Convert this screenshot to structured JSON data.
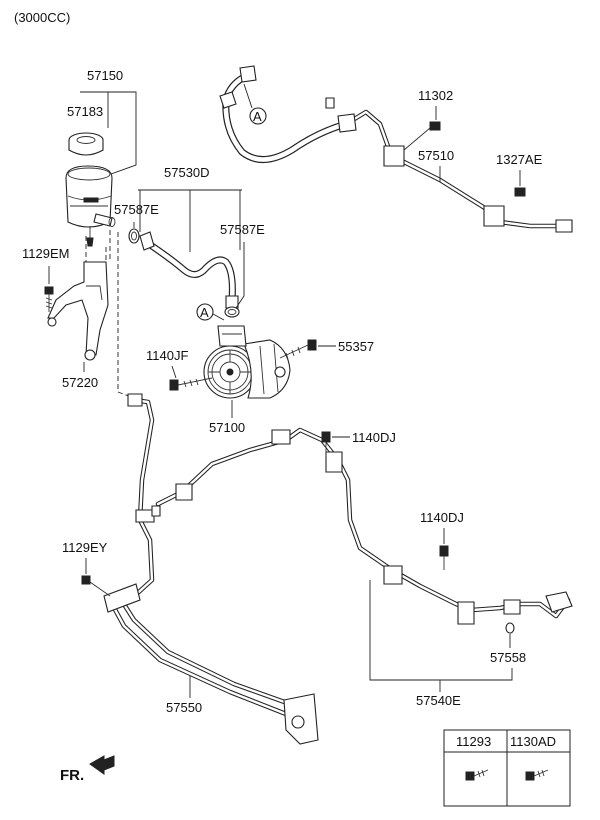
{
  "header": {
    "variant": "(3000CC)"
  },
  "callouts": [
    {
      "id": "57150",
      "text": "57150"
    },
    {
      "id": "57183",
      "text": "57183"
    },
    {
      "id": "57530D",
      "text": "57530D"
    },
    {
      "id": "57587E-left",
      "text": "57587E"
    },
    {
      "id": "57587E-right",
      "text": "57587E"
    },
    {
      "id": "1129EM",
      "text": "1129EM"
    },
    {
      "id": "57220",
      "text": "57220"
    },
    {
      "id": "1140JF",
      "text": "1140JF"
    },
    {
      "id": "55357",
      "text": "55357"
    },
    {
      "id": "57100",
      "text": "57100"
    },
    {
      "id": "11302",
      "text": "11302"
    },
    {
      "id": "57510",
      "text": "57510"
    },
    {
      "id": "1327AE",
      "text": "1327AE"
    },
    {
      "id": "1140DJ-top",
      "text": "1140DJ"
    },
    {
      "id": "1140DJ-mid",
      "text": "1140DJ"
    },
    {
      "id": "1129EY",
      "text": "1129EY"
    },
    {
      "id": "57558",
      "text": "57558"
    },
    {
      "id": "57540E",
      "text": "57540E"
    },
    {
      "id": "57550",
      "text": "57550"
    }
  ],
  "connectors": [
    {
      "id": "A-top",
      "text": "A"
    },
    {
      "id": "A-pump",
      "text": "A"
    }
  ],
  "fastener_table": {
    "columns": [
      {
        "id": "11293",
        "text": "11293"
      },
      {
        "id": "1130AD",
        "text": "1130AD"
      }
    ]
  },
  "direction_marker": {
    "text": "FR."
  }
}
